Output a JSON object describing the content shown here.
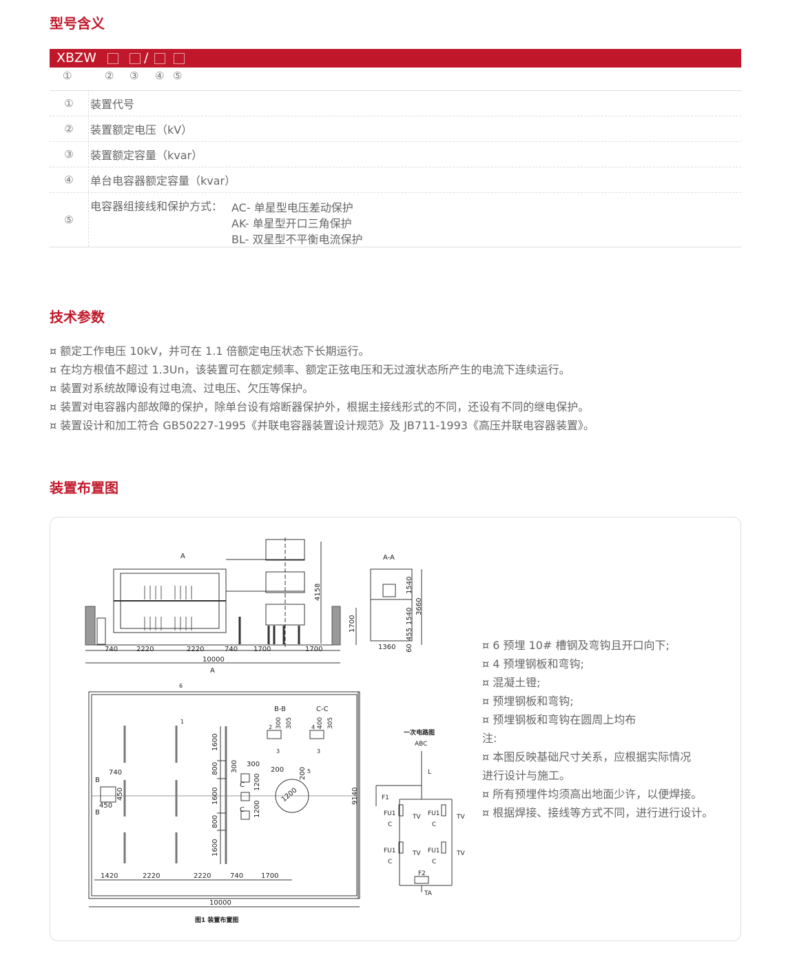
{
  "colors": {
    "accent": "#c0182a",
    "text": "#666666",
    "border": "#dddddd"
  },
  "model": {
    "title": "型号含义",
    "prefix": "XBZW",
    "slash": "/",
    "markers": [
      "①",
      "②",
      "③",
      "④",
      "⑤"
    ],
    "rows": [
      {
        "num": "①",
        "text": "装置代号"
      },
      {
        "num": "②",
        "text": "装置额定电压（kV）"
      },
      {
        "num": "③",
        "text": "装置额定容量（kvar）"
      },
      {
        "num": "④",
        "text": "单台电容器额定容量（kvar）"
      },
      {
        "num": "⑤",
        "text": "电容器组接线和保护方式：",
        "options": [
          "AC- 单星型电压差动保护",
          "AK- 单星型开口三角保护",
          "BL- 双星型不平衡电流保护"
        ]
      }
    ]
  },
  "tech": {
    "title": "技术参数",
    "items": [
      "¤ 额定工作电压 10kV，并可在 1.1 倍额定电压状态下长期运行。",
      "¤ 在均方根值不超过 1.3Un，该装置可在额定频率、额定正弦电压和无过渡状态所产生的电流下连续运行。",
      "¤ 装置对系统故障设有过电流、过电压、欠压等保护。",
      "¤ 装置对电容器内部故障的保护，除单台设有熔断器保护外，根据主接线形式的不同，还设有不同的继电保护。",
      "¤ 装置设计和加工符合 GB50227-1995《并联电容器装置设计规范》及 JB711-1993《高压并联电容器装置》。"
    ]
  },
  "layout": {
    "title": "装置布置图",
    "notes": [
      "¤ 6 预埋 10# 槽钢及弯钩且开口向下;",
      "¤ 4 预埋钢板和弯钩;",
      "¤ 混凝土镫;",
      "¤ 预埋钢板和弯钩;",
      "¤ 预埋钢板和弯钩在圆周上均布",
      "注:",
      "¤ 本图反映基础尺寸关系，应根据实际情况",
      "进行设计与施工。",
      "¤ 所有预埋件均须高出地面少许，以便焊接。",
      "¤ 根据焊接、接线等方式不同，进行进行设计。"
    ],
    "drawing": {
      "elevation": {
        "section_mark": "A",
        "dims": [
          "740",
          "2220",
          "2220",
          "740",
          "1700",
          "1700",
          "10000",
          "4158",
          "1700"
        ]
      },
      "section_aa": {
        "title": "A-A",
        "dims": [
          "1540",
          "1540",
          "3660",
          "455",
          "60",
          "1360"
        ]
      },
      "plan": {
        "item_labels": [
          "6",
          "1",
          "2",
          "3",
          "4",
          "3",
          "5"
        ],
        "section_b": "B",
        "section_c": "C",
        "title_bb": "B-B",
        "title_cc": "C-C",
        "bottom_dims": [
          "1420",
          "2220",
          "2220",
          "740",
          "1700"
        ],
        "total_width": "10000",
        "total_depth": "9140",
        "vert_dims": [
          "1600",
          "800",
          "1600",
          "800",
          "1600"
        ],
        "misc_dims": [
          "740",
          "450",
          "450",
          "300",
          "300",
          "1200",
          "1200",
          "200",
          "200",
          "1200",
          "300",
          "305",
          "400",
          "305"
        ]
      },
      "circuit": {
        "title": "一次电路图",
        "input": "ABC",
        "reactor": "L",
        "arrester": "F1",
        "fuse": "FU1",
        "pt": "TV",
        "cap": "C",
        "f2": "F2",
        "ta": "TA"
      },
      "caption": "图1 装置布置图"
    }
  }
}
